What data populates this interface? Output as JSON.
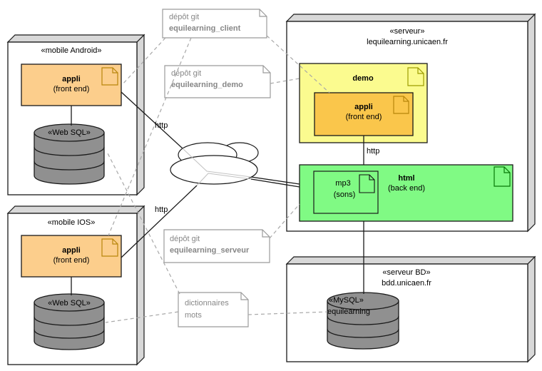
{
  "diagram_type": "UML deployment diagram",
  "nodes": {
    "mobile_android": {
      "stereotype": "«mobile Android»",
      "component_appli": {
        "name": "appli",
        "detail": "(front end)"
      },
      "database": {
        "stereotype": "«Web SQL»"
      }
    },
    "mobile_ios": {
      "stereotype": "«mobile IOS»",
      "component_appli": {
        "name": "appli",
        "detail": "(front end)"
      },
      "database": {
        "stereotype": "«Web SQL»"
      }
    },
    "serveur": {
      "stereotype": "«serveur»",
      "hostname": "lequilearning.unicaen.fr",
      "component_demo": {
        "name": "demo"
      },
      "component_demo_appli": {
        "name": "appli",
        "detail": "(front end)"
      },
      "component_html": {
        "name": "html",
        "detail": "(back end)"
      },
      "component_mp3": {
        "name": "mp3",
        "detail": "(sons)"
      }
    },
    "serveur_bd": {
      "stereotype": "«serveur BD»",
      "hostname": "bdd.unicaen.fr",
      "database": {
        "stereotype": "«MySQL»",
        "name": "equilearning"
      }
    }
  },
  "notes": {
    "git_client": {
      "line1": "dépôt git",
      "line2": "equilearning_client"
    },
    "git_demo": {
      "line1": "dépôt git",
      "line2": "equilearning_demo"
    },
    "git_serveur": {
      "line1": "dépôt git",
      "line2": "equilearning_serveur"
    },
    "dictionnaires": {
      "line1": "dictionnaires",
      "line2": "mots"
    }
  },
  "edge_labels": {
    "http_android": "http",
    "http_ios": "http",
    "http_demo": "http"
  },
  "colors": {
    "component_orange_light": "#FCCE8C",
    "component_orange": "#FAC64B",
    "component_yellow": "#FBFB8F",
    "component_green": "#80FA84",
    "database_gray": "#909090",
    "node_face": "#FFFFFF",
    "node_side": "#D8D8D8",
    "note_border": "#9B9B9B",
    "note_text": "#878787"
  }
}
